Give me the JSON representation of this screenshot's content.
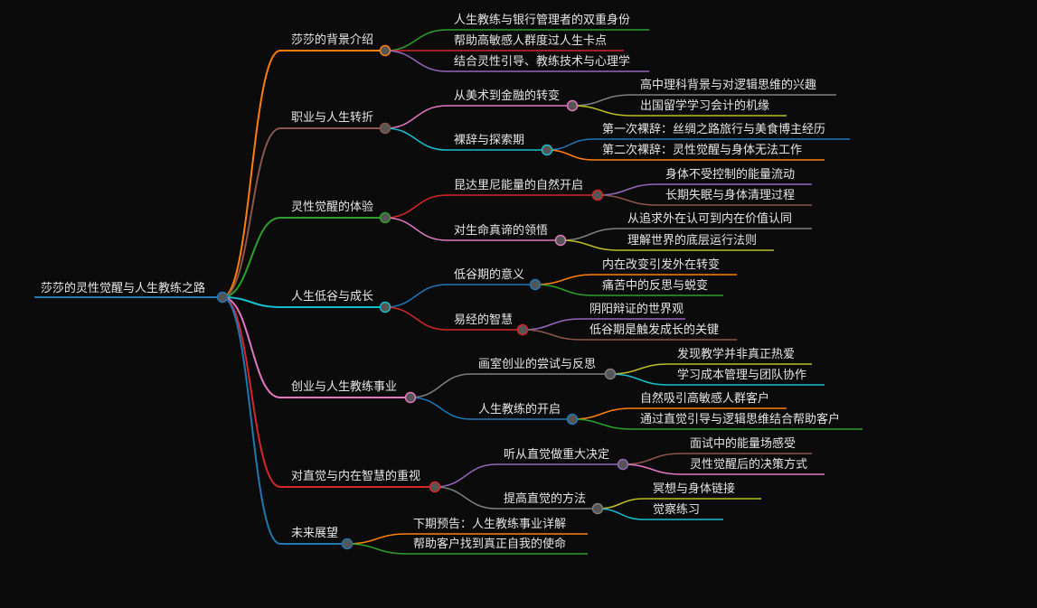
{
  "root": {
    "label": "莎莎的灵性觉醒与人生教练之路",
    "color": "#1f77b4"
  },
  "branches": [
    {
      "label": "莎莎的背景介绍",
      "color": "#ff7f0e",
      "children": [
        {
          "label": "人生教练与银行管理者的双重身份",
          "color": "#2ca02c"
        },
        {
          "label": "帮助高敏感人群度过人生卡点",
          "color": "#d62728"
        },
        {
          "label": "结合灵性引导、教练技术与心理学",
          "color": "#9467bd"
        }
      ]
    },
    {
      "label": "职业与人生转折",
      "color": "#8c564b",
      "children": [
        {
          "label": "从美术到金融的转变",
          "color": "#e377c2",
          "children": [
            {
              "label": "高中理科背景与对逻辑思维的兴趣",
              "color": "#7f7f7f"
            },
            {
              "label": "出国留学学习会计的机缘",
              "color": "#bcbd22"
            }
          ]
        },
        {
          "label": "裸辞与探索期",
          "color": "#17becf",
          "children": [
            {
              "label": "第一次裸辞：丝绸之路旅行与美食博主经历",
              "color": "#1f77b4"
            },
            {
              "label": "第二次裸辞：灵性觉醒与身体无法工作",
              "color": "#ff7f0e"
            }
          ]
        }
      ]
    },
    {
      "label": "灵性觉醒的体验",
      "color": "#2ca02c",
      "children": [
        {
          "label": "昆达里尼能量的自然开启",
          "color": "#d62728",
          "children": [
            {
              "label": "身体不受控制的能量流动",
              "color": "#9467bd"
            },
            {
              "label": "长期失眠与身体清理过程",
              "color": "#8c564b"
            }
          ]
        },
        {
          "label": "对生命真谛的领悟",
          "color": "#e377c2",
          "children": [
            {
              "label": "从追求外在认可到内在价值认同",
              "color": "#7f7f7f"
            },
            {
              "label": "理解世界的底层运行法则",
              "color": "#bcbd22"
            }
          ]
        }
      ]
    },
    {
      "label": "人生低谷与成长",
      "color": "#17becf",
      "children": [
        {
          "label": "低谷期的意义",
          "color": "#1f77b4",
          "children": [
            {
              "label": "内在改变引发外在转变",
              "color": "#ff7f0e"
            },
            {
              "label": "痛苦中的反思与蜕变",
              "color": "#2ca02c"
            }
          ]
        },
        {
          "label": "易经的智慧",
          "color": "#d62728",
          "children": [
            {
              "label": "阴阳辩证的世界观",
              "color": "#9467bd"
            },
            {
              "label": "低谷期是触发成长的关键",
              "color": "#8c564b"
            }
          ]
        }
      ]
    },
    {
      "label": "创业与人生教练事业",
      "color": "#e377c2",
      "children": [
        {
          "label": "画室创业的尝试与反思",
          "color": "#7f7f7f",
          "children": [
            {
              "label": "发现教学并非真正热爱",
              "color": "#bcbd22"
            },
            {
              "label": "学习成本管理与团队协作",
              "color": "#17becf"
            }
          ]
        },
        {
          "label": "人生教练的开启",
          "color": "#1f77b4",
          "children": [
            {
              "label": "自然吸引高敏感人群客户",
              "color": "#ff7f0e"
            },
            {
              "label": "通过直觉引导与逻辑思维结合帮助客户",
              "color": "#2ca02c"
            }
          ]
        }
      ]
    },
    {
      "label": "对直觉与内在智慧的重视",
      "color": "#d62728",
      "children": [
        {
          "label": "听从直觉做重大决定",
          "color": "#9467bd",
          "children": [
            {
              "label": "面试中的能量场感受",
              "color": "#8c564b"
            },
            {
              "label": "灵性觉醒后的决策方式",
              "color": "#e377c2"
            }
          ]
        },
        {
          "label": "提高直觉的方法",
          "color": "#7f7f7f",
          "children": [
            {
              "label": "冥想与身体链接",
              "color": "#bcbd22"
            },
            {
              "label": "觉察练习",
              "color": "#17becf"
            }
          ]
        }
      ]
    },
    {
      "label": "未来展望",
      "color": "#1f77b4",
      "children": [
        {
          "label": "下期预告：人生教练事业详解",
          "color": "#ff7f0e"
        },
        {
          "label": "帮助客户找到真正自我的使命",
          "color": "#2ca02c"
        }
      ]
    }
  ],
  "style": {
    "background": "#0b0b0b",
    "text_color": "#e6e6e6",
    "node_fill": "#555555"
  }
}
